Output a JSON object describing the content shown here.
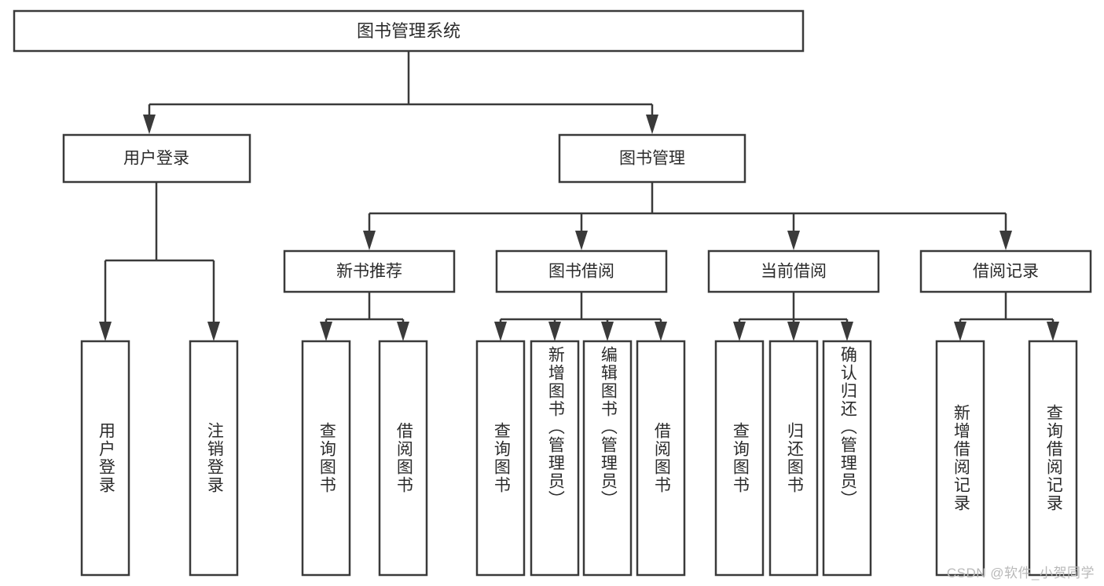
{
  "diagram": {
    "type": "hierarchy-tree",
    "title_node": {
      "label": "图书管理系统"
    },
    "level2": [
      {
        "label": "用户登录"
      },
      {
        "label": "图书管理"
      }
    ],
    "level3": [
      {
        "label": "新书推荐"
      },
      {
        "label": "图书借阅"
      },
      {
        "label": "当前借阅"
      },
      {
        "label": "借阅记录"
      }
    ],
    "leaves": {
      "user_login": [
        {
          "label": "用户登录"
        },
        {
          "label": "注销登录"
        }
      ],
      "new_book_recommend": [
        {
          "label": "查询图书"
        },
        {
          "label": "借阅图书"
        }
      ],
      "book_borrow": [
        {
          "label": "查询图书"
        },
        {
          "label": "新增图书（管理员）"
        },
        {
          "label": "编辑图书（管理员）"
        },
        {
          "label": "借阅图书"
        }
      ],
      "current_borrow": [
        {
          "label": "查询图书"
        },
        {
          "label": "归还图书"
        },
        {
          "label": "确认归还（管理员）"
        }
      ],
      "borrow_record": [
        {
          "label": "新增借阅记录"
        },
        {
          "label": "查询借阅记录"
        }
      ]
    },
    "watermark": "CSDN @软件_小贺同学",
    "colors": {
      "stroke": "#3a3a3a",
      "fill": "#ffffff",
      "text": "#2b2b2b",
      "watermark": "#b9b9b9"
    }
  }
}
